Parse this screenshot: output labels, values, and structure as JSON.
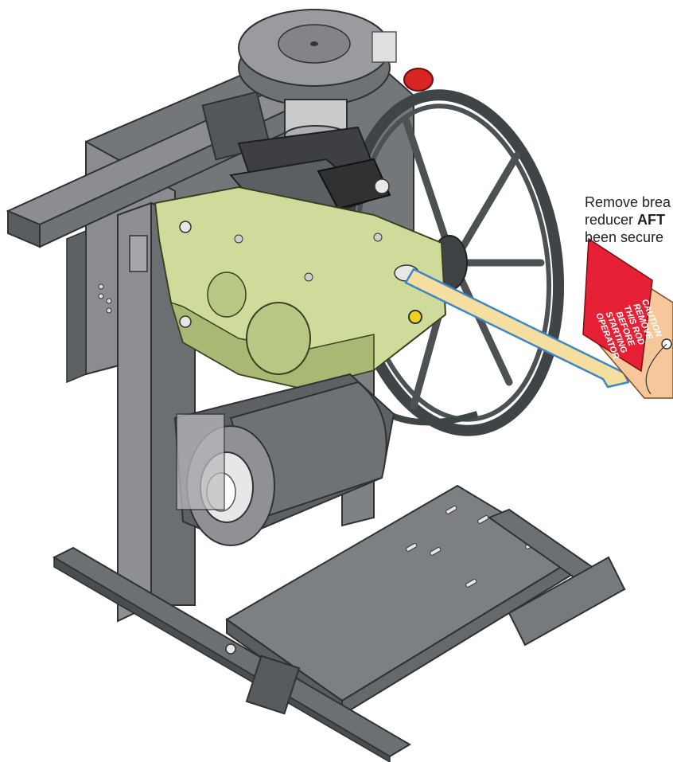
{
  "callout": {
    "line1": "Remove brea",
    "line2_prefix": "reducer ",
    "line2_bold": "AFT",
    "line3": "been secure"
  },
  "tag": {
    "caution": "CAUTION",
    "line1": "REMOVE",
    "line2": "THIS ROD",
    "line3": "BEFORE",
    "line4": "STARTING",
    "line5": "OPERATOR"
  },
  "colors": {
    "frame": "#7b7d80",
    "frame_dark": "#4f5154",
    "frame_light": "#9a9c9f",
    "gear_reducer": "#cfdb9b",
    "gear_reducer_dark": "#a9b873",
    "belt": "#3f4446",
    "arrow_fill": "#f4dea0",
    "arrow_stroke": "#3f87c4",
    "tag_red": "#e62035",
    "tag_peach": "#f6c79b",
    "cap_red": "#d92426",
    "port_yellow": "#f0d21a"
  }
}
